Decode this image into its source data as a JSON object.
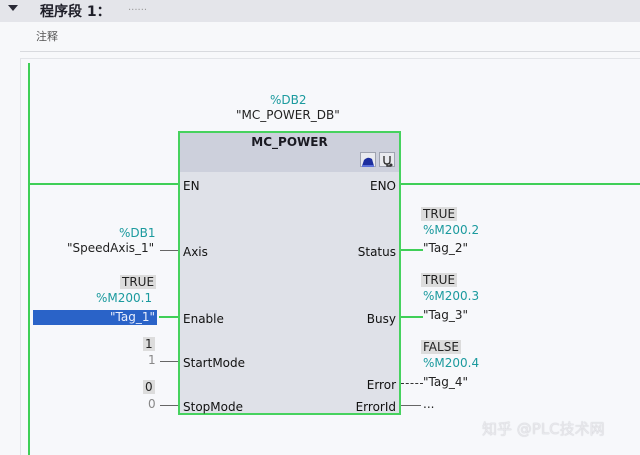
{
  "network": {
    "title": "程序段 1：",
    "title_placeholder": "......",
    "comment": "注释"
  },
  "block": {
    "instance_address": "%DB2",
    "instance_name": "\"MC_POWER_DB\"",
    "type_name": "MC_POWER",
    "icons": [
      "instance-db-icon",
      "diagnostics-icon"
    ],
    "inputs": [
      {
        "pin": "EN"
      },
      {
        "pin": "Axis",
        "address": "%DB1",
        "operand": "\"SpeedAxis_1\""
      },
      {
        "pin": "Enable",
        "value": "TRUE",
        "address": "%M200.1",
        "operand": "\"Tag_1\""
      },
      {
        "pin": "StartMode",
        "value": "1",
        "operand": "1"
      },
      {
        "pin": "StopMode",
        "value": "0",
        "operand": "0"
      }
    ],
    "outputs": [
      {
        "pin": "ENO"
      },
      {
        "pin": "Status",
        "value": "TRUE",
        "address": "%M200.2",
        "operand": "\"Tag_2\""
      },
      {
        "pin": "Busy",
        "value": "TRUE",
        "address": "%M200.3",
        "operand": "\"Tag_3\""
      },
      {
        "pin": "Error",
        "value": "FALSE",
        "address": "%M200.4",
        "operand": "\"Tag_4\""
      },
      {
        "pin": "ErrorId",
        "operand": "..."
      }
    ]
  },
  "colors": {
    "power_flow": "#3fcf57",
    "address": "#1b9a9e",
    "selection": "#2a63c8"
  },
  "watermark": "知乎 @PLC技术网"
}
